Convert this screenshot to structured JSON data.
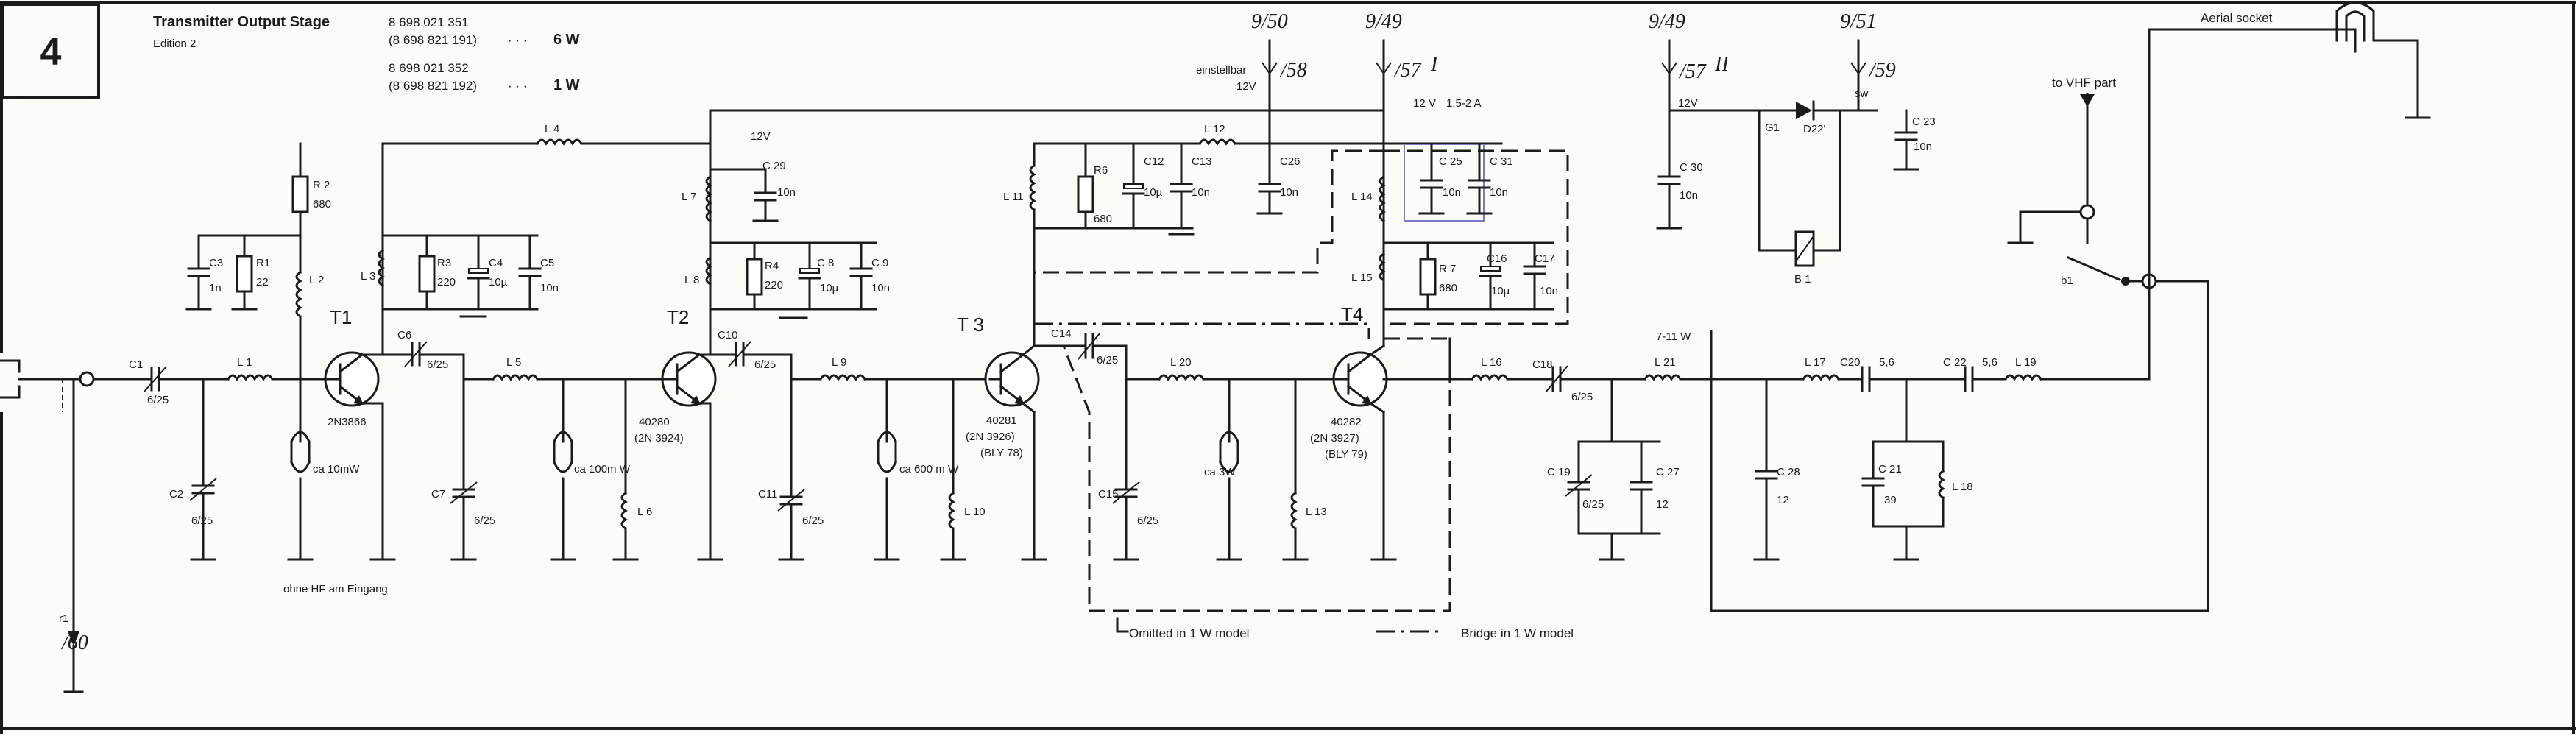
{
  "header": {
    "page_number": "4",
    "title": "Transmitter Output Stage",
    "edition": "Edition 2",
    "parts": [
      {
        "line1": "8 698 021 351",
        "line2": "(8 698 821 191)",
        "power": "6 W"
      },
      {
        "line1": "8 698 021 352",
        "line2": "(8 698 821 192)",
        "power": "1 W"
      }
    ],
    "dots": "· · ·"
  },
  "terminals": {
    "t950_ref": "9/50",
    "t950_pin": "/58",
    "t950_note": "einstellbar",
    "t950_volt": "12V",
    "t949_ref": "9/49",
    "t949_pin": "/57",
    "t949_suffix": "I",
    "t949b_ref": "9/49",
    "t949b_pin": "/57",
    "t949b_suffix": "II",
    "t951_ref": "9/51",
    "t951_pin": "/59",
    "t951_note": "sw",
    "input_pin": "/60",
    "input_label": "r1"
  },
  "labels": {
    "aerial_socket": "Aerial socket",
    "to_vhf": "to VHF part",
    "no_hf_input": "ohne HF am Eingang",
    "omitted_1w": "Omitted in 1 W model",
    "bridge_1w": "Bridge in 1 W model",
    "supply_12v_a": "12V",
    "supply_12v_b": "12 V",
    "supply_current": "1,5-2 A",
    "supply_12v_c": "12V",
    "power_out": "7-11 W"
  },
  "transistors": [
    {
      "ref": "T1",
      "type": "2N3866",
      "alt": ""
    },
    {
      "ref": "T2",
      "type": "40280",
      "alt": "(2N 3924)"
    },
    {
      "ref": "T 3",
      "type": "40281",
      "alt": "(2N 3926)",
      "alt2": "(BLY 78)"
    },
    {
      "ref": "T4",
      "type": "40282",
      "alt": "(2N 3927)",
      "alt2": "(BLY 79)"
    }
  ],
  "power_levels": [
    "ca 10mW",
    "ca 100m W",
    "ca 600 m W",
    "ca 3W"
  ],
  "components": {
    "C1": "C1",
    "C1_val": "6/25",
    "C2": "C2",
    "C2_val": "6/25",
    "C3": "C3",
    "C3_val": "1n",
    "R1": "R1",
    "R1_val": "22",
    "R2": "R 2",
    "R2_val": "680",
    "L1": "L 1",
    "L2": "L 2",
    "L3": "L 3",
    "L4": "L 4",
    "L5": "L 5",
    "L6": "L 6",
    "R3": "R3",
    "R3_val": "220",
    "C4": "C4",
    "C4_val": "10µ",
    "C5": "C5",
    "C5_val": "10n",
    "C6": "C6",
    "C6_val": "6/25",
    "C7": "C7",
    "C7_val": "6/25",
    "L7": "L 7",
    "L8": "L 8",
    "L9": "L 9",
    "L10": "L 10",
    "C29": "C 29",
    "C29_val": "10n",
    "R4": "R4",
    "R4_val": "220",
    "C8": "C 8",
    "C8_val": "10µ",
    "C9": "C 9",
    "C9_val": "10n",
    "C10": "C10",
    "C10_val": "6/25",
    "C11": "C11",
    "C11_val": "6/25",
    "L11": "L 11",
    "L12": "L 12",
    "L13": "L 13",
    "L14": "L 14",
    "L15": "L 15",
    "R6": "R6",
    "R6_val": "680",
    "C12": "C12",
    "C12_val": "10µ",
    "C13": "C13",
    "C13_val": "10n",
    "C26": "C26",
    "C26_val": "10n",
    "C14": "C14",
    "C14_val": "6/25",
    "L20": "L 20",
    "C15": "C15",
    "C15_val": "6/25",
    "C25": "C 25",
    "C25_val": "10n",
    "C31": "C 31",
    "C31_val": "10n",
    "R7": "R 7",
    "R7_val": "680",
    "C16": "C16",
    "C16_val": "10µ",
    "C17": "C17",
    "C17_val": "10n",
    "L16": "L 16",
    "L17": "L 17",
    "L18": "L 18",
    "L19": "L 19",
    "L21": "L 21",
    "C18": "C18",
    "C18_val": "6/25",
    "C19": "C 19",
    "C19_val": "6/25",
    "C27": "C 27",
    "C27_val": "12",
    "C28": "C 28",
    "C28_val": "12",
    "C20": "C20",
    "C20_val": "5,6",
    "C22": "C 22",
    "C22_val": "5,6",
    "C21": "C 21",
    "C21_val": "39",
    "C30": "C 30",
    "C30_val": "10n",
    "C23": "C 23",
    "C23_val": "10n",
    "G1": "G1",
    "D22": "D22'",
    "B1": "B 1",
    "b1": "b1"
  }
}
